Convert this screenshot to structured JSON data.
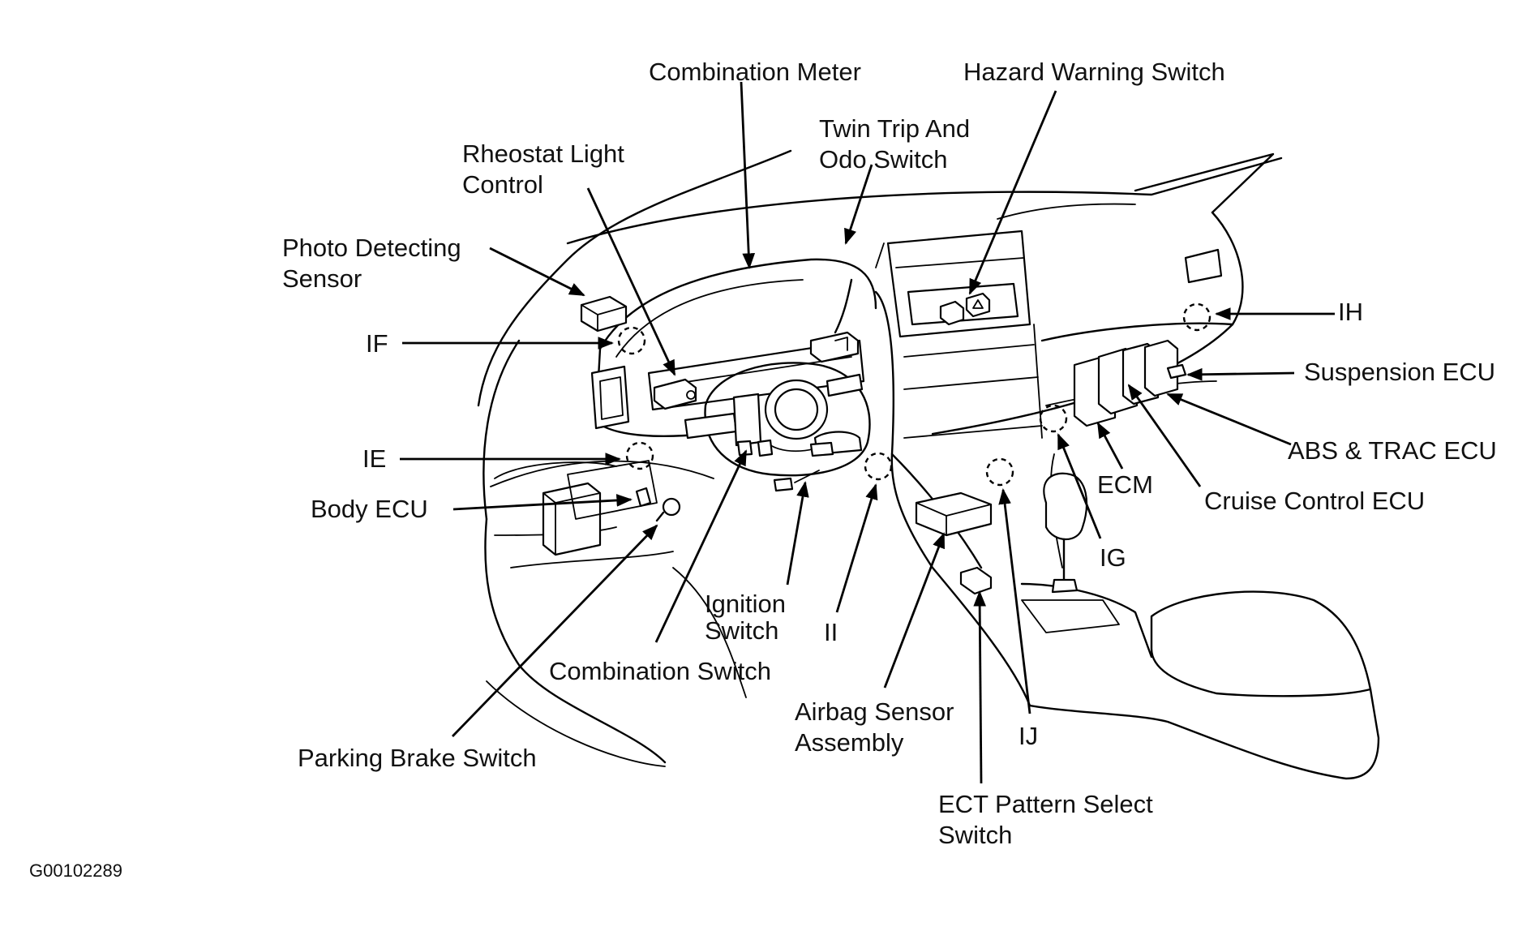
{
  "labels": {
    "combination_meter": "Combination Meter",
    "hazard_warning_switch": "Hazard Warning Switch",
    "twin_trip_line1": "Twin Trip And",
    "twin_trip_line2": "Odo Switch",
    "rheostat_line1": "Rheostat Light",
    "rheostat_line2": "Control",
    "photo_line1": "Photo Detecting",
    "photo_line2": "Sensor",
    "if": "IF",
    "ie": "IE",
    "body_ecu": "Body ECU",
    "ih": "IH",
    "suspension_ecu": "Suspension ECU",
    "abs_trac_ecu": "ABS & TRAC ECU",
    "ecm": "ECM",
    "cruise_control_ecu": "Cruise Control ECU",
    "ig": "IG",
    "ignition_line1": "Ignition",
    "ignition_line2": "Switch",
    "ii": "II",
    "combination_switch": "Combination Switch",
    "parking_brake_switch": "Parking Brake Switch",
    "airbag_line1": "Airbag Sensor",
    "airbag_line2": "Assembly",
    "ij": "IJ",
    "ect_line1": "ECT Pattern Select",
    "ect_line2": "Switch"
  },
  "figure_code": "G00102289"
}
